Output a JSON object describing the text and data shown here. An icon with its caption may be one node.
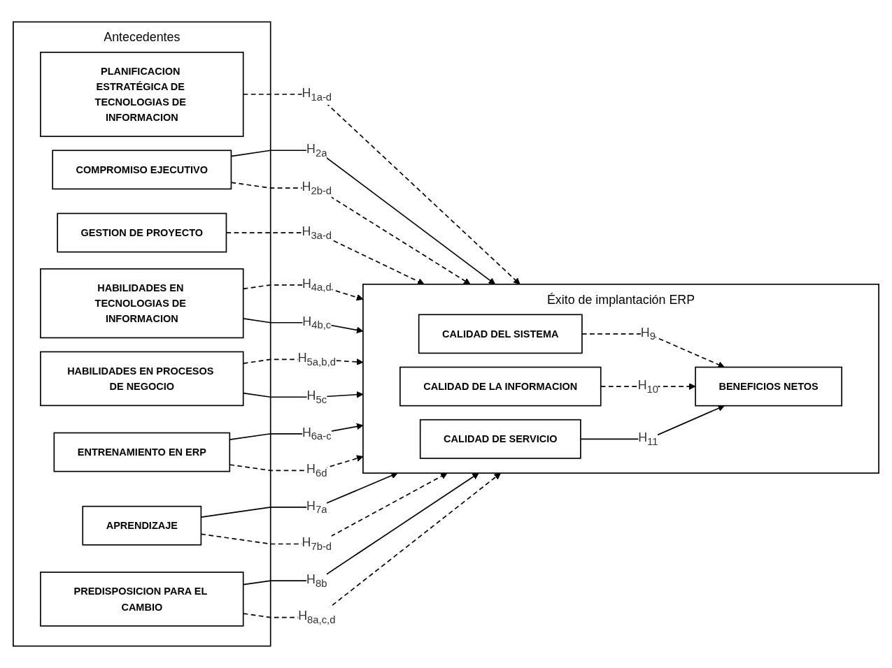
{
  "diagram": {
    "nodes": [
      {
        "text": [
          "Antecedentes"
        ]
      },
      {
        "text": [
          "PLANIFICACION ESTRATÉGICA DE TECNOLOGIAS DE INFORMACION"
        ],
        "in": 0
      },
      {
        "text": [
          "COMPROMISO EJECUTIVO"
        ],
        "in": 0
      },
      {
        "text": [
          "GESTION DE PROYECTO"
        ],
        "in": 0
      },
      {
        "text": [
          "HABILIDADES EN TECNOLOGIAS DE INFORMACION"
        ],
        "in": 0
      },
      {
        "text": [
          "HABILIDADES EN PROCESOS DE NEGOCIO"
        ],
        "in": 0
      },
      {
        "text": [
          "ENTRENAMIENTO EN ERP"
        ],
        "in": 0
      },
      {
        "text": [
          "APRENDIZAJE"
        ],
        "in": 0
      },
      {
        "text": [
          "PREDISPOSICION PARA EL CAMBIO"
        ],
        "in": 0
      },
      {
        "text": [
          "Éxito de implantación ERP"
        ]
      },
      {
        "text": [
          "CALIDAD DEL SISTEMA"
        ],
        "in": 9
      },
      {
        "text": [
          "CALIDAD DE LA INFORMACION"
        ],
        "in": 9
      },
      {
        "text": [
          "CALIDAD DE SERVICIO"
        ],
        "in": 9
      },
      {
        "text": [
          "BENEFICIOS NETOS"
        ],
        "in": 9
      }
    ],
    "edges": [
      {
        "from": 1,
        "to": 9,
        "arrow": "to",
        "label": "H$_{1a-d}$",
        "style": "dashed"
      },
      {
        "from": 2,
        "to": 9,
        "arrow": "to",
        "label": "H$_{2a}$"
      },
      {
        "from": 2,
        "to": 9,
        "arrow": "to",
        "label": "H$_{2b-d}$",
        "style": "dashed"
      },
      {
        "from": 3,
        "to": 9,
        "arrow": "to",
        "label": "H$_{3a-d}$",
        "style": "dashed"
      },
      {
        "from": 4,
        "to": 9,
        "arrow": "to",
        "label": "H$_{4a,d}$",
        "style": "dashed"
      },
      {
        "from": 4,
        "to": 9,
        "arrow": "to",
        "label": "H$_{4b,c}$"
      },
      {
        "from": 5,
        "to": 9,
        "arrow": "to",
        "label": "H$_{5a,b,d}$",
        "style": "dashed"
      },
      {
        "from": 5,
        "to": 9,
        "arrow": "to",
        "label": "H$_{5c}$"
      },
      {
        "from": 6,
        "to": 9,
        "arrow": "to",
        "label": "H$_{6a-c}$"
      },
      {
        "from": 6,
        "to": 9,
        "arrow": "to",
        "label": "H$_{6d}$",
        "style": "dashed"
      },
      {
        "from": 7,
        "to": 9,
        "arrow": "to",
        "label": "H$_{7a}$"
      },
      {
        "from": 7,
        "to": 9,
        "arrow": "to",
        "label": "H$_{7b-d}$",
        "style": "dashed"
      },
      {
        "from": 8,
        "to": 9,
        "arrow": "to",
        "label": "H$_{8b}$"
      },
      {
        "from": 8,
        "to": 9,
        "arrow": "to",
        "label": "H$_{8a,c,d}$",
        "style": "dashed"
      },
      {
        "from": 10,
        "to": 13,
        "arrow": "to",
        "label": "H$_{9}$",
        "style": "dashed"
      },
      {
        "from": 11,
        "to": 13,
        "arrow": "to",
        "label": "H$_{10}$",
        "style": "dashed"
      },
      {
        "from": 12,
        "to": 13,
        "arrow": "to",
        "label": "H$_{11}$"
      }
    ]
  }
}
